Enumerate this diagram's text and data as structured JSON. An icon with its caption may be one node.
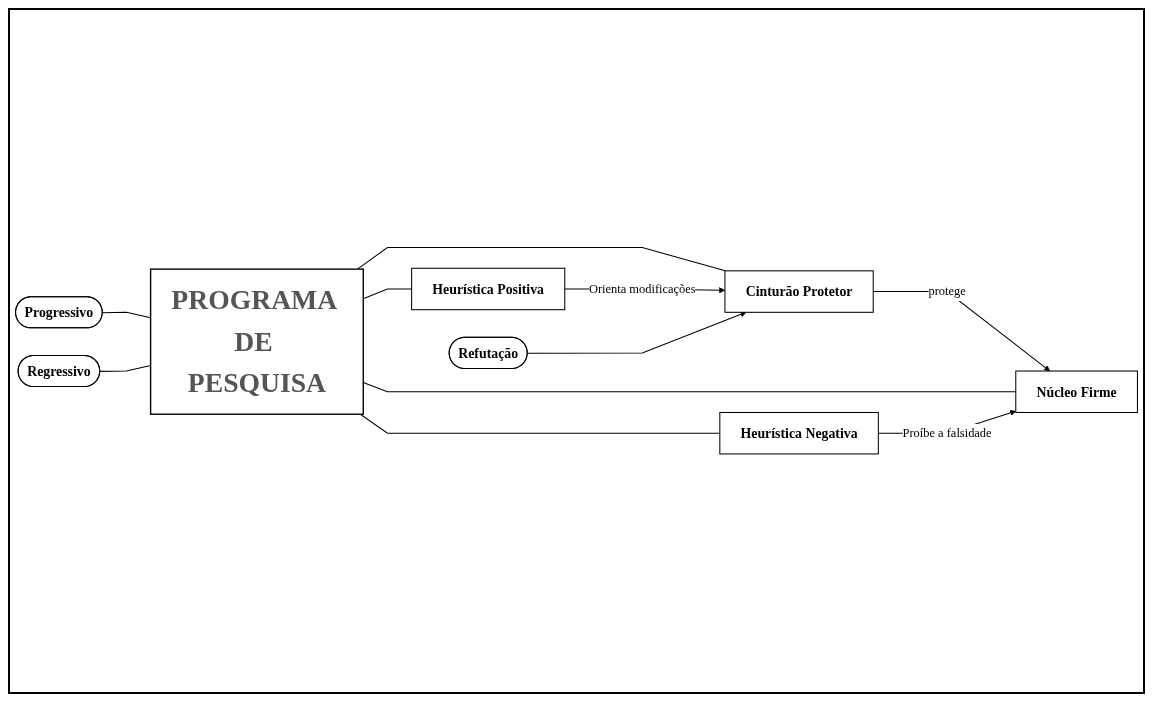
{
  "diagram": {
    "nodes": [
      {
        "text": [
          "Progressivo"
        ]
      },
      {
        "text": [
          "Heurística Positiva"
        ]
      },
      {
        "text": [
          "Refutação"
        ]
      },
      {
        "text": [
          "PROGRAMA DE PESQUISA"
        ]
      },
      {
        "text": [
          "Cinturão Protetor"
        ]
      },
      {
        "text": [
          "Núcleo Firme"
        ]
      },
      {
        "text": [
          "Regressivo"
        ]
      },
      {
        "text": [
          "Heurística Negativa"
        ]
      }
    ],
    "edges": [
      {
        "from": 0,
        "to": 3,
        "arrow": "none"
      },
      {
        "from": 3,
        "to": 1,
        "arrow": "none"
      },
      {
        "from": 3,
        "to": 4,
        "arrow": "none"
      },
      {
        "from": 1,
        "to": 4,
        "arrow": "to",
        "label": "Orienta modificações"
      },
      {
        "from": 2,
        "to": 4,
        "arrow": "to"
      },
      {
        "from": 4,
        "to": 5,
        "arrow": "to",
        "label": "protege"
      },
      {
        "from": 3,
        "to": 5,
        "arrow": "none"
      },
      {
        "from": 6,
        "to": 3,
        "arrow": "none"
      },
      {
        "from": 3,
        "to": 7,
        "arrow": "none"
      },
      {
        "from": 7,
        "to": 5,
        "arrow": "to",
        "label": "Proíbe a falsidade"
      }
    ]
  }
}
